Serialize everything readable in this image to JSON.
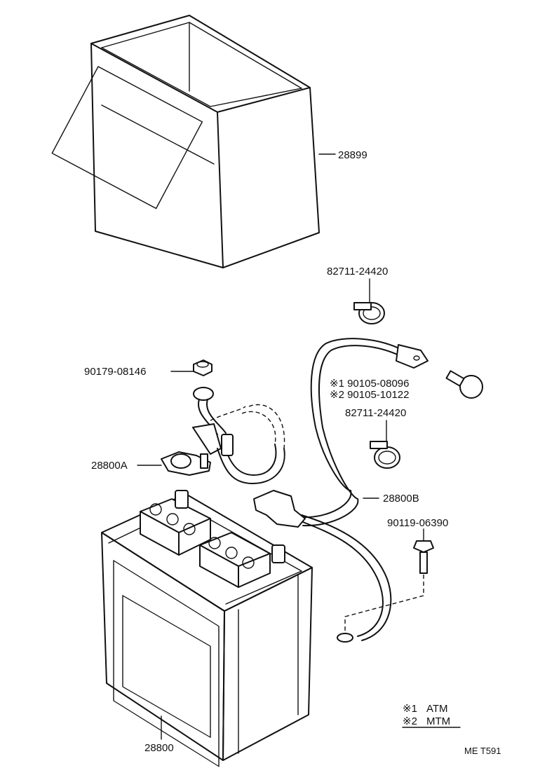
{
  "parts": {
    "tray": "28899",
    "clamp_upper": "82711-24420",
    "nut": "90179-08146",
    "bolt_1": "※1  90105-08096",
    "bolt_2": "※2  90105-10122",
    "clamp_lower": "82711-24420",
    "terminal": "28800A",
    "cable": "28800B",
    "ground_bolt": "90119-06390",
    "battery": "28800"
  },
  "legend": {
    "item1_mark": "※1",
    "item1_text": "ATM",
    "item2_mark": "※2",
    "item2_text": "MTM"
  },
  "footer": {
    "code": "ME T591"
  }
}
